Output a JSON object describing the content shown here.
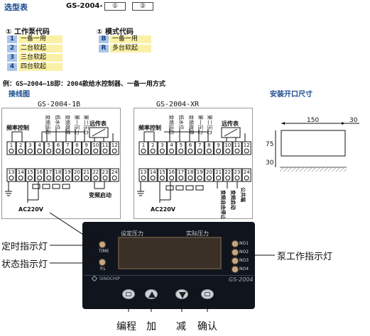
{
  "header": {
    "title": "选型表",
    "model_prefix": "GS-2004-",
    "slot1": "①",
    "slot2": "②"
  },
  "pump_code": {
    "heading": "① 工作泵代码",
    "items": [
      {
        "num": "1",
        "label": "一备一用"
      },
      {
        "num": "2",
        "label": "二台软起"
      },
      {
        "num": "3",
        "label": "三台软起"
      },
      {
        "num": "4",
        "label": "四台软起"
      }
    ]
  },
  "mode_code": {
    "heading": "① 模式代码",
    "items": [
      {
        "num": "B",
        "label": "一备一用"
      },
      {
        "num": "R",
        "label": "多台软起"
      }
    ]
  },
  "example": "例：GS—2004—1B即：2004款给水控制器、一备一用方式",
  "wiring": {
    "heading": "接线图",
    "left": {
      "title": "GS-2004-1B",
      "freq_control": "频率控制",
      "remote_gauge": "远传表",
      "top_labels": [
        "变频运行",
        "低水位",
        "变频故障",
        "第一压力",
        "第二压力"
      ],
      "terminals_top": [
        "1",
        "2",
        "3",
        "4",
        "5",
        "6",
        "7",
        "8",
        "9",
        "10",
        "11",
        "12"
      ],
      "terminals_bottom": [
        "13",
        "14",
        "15",
        "16",
        "17",
        "18",
        "19",
        "20",
        "21",
        "22",
        "23",
        "24"
      ],
      "power": "AC220V",
      "inverter_start": "变频启动"
    },
    "right": {
      "title": "GS-2004-XR",
      "freq_control": "频率控制",
      "remote_gauge": "远传表",
      "top_labels": [
        "变频运行",
        "低水位",
        "变频故障",
        "第一压力",
        "第二压力"
      ],
      "terminals_top": [
        "1",
        "2",
        "3",
        "4",
        "5",
        "6",
        "7",
        "8",
        "9",
        "10",
        "11",
        "12"
      ],
      "terminals_bottom": [
        "13",
        "14",
        "15",
        "16",
        "17",
        "18",
        "19",
        "20",
        "21",
        "22",
        "23",
        "24"
      ],
      "power": "AC220V",
      "free_stop": "变频自由停止",
      "inverter_start": "变频启动",
      "common": "公共端"
    }
  },
  "cutout": {
    "heading": "安装开口尺寸",
    "width": "150",
    "side": "30",
    "height": "75",
    "bottom": "30"
  },
  "panel": {
    "set_pressure": "设定压力",
    "actual_pressure": "实际压力",
    "model": "GS-2004",
    "brand": "SINOCHIP",
    "left_leds": [
      "TIME",
      "P.L"
    ],
    "right_leds": [
      "NO1",
      "NO2",
      "NO3",
      "NO4"
    ]
  },
  "callouts": {
    "timer_led": "定时指示灯",
    "status_led": "状态指示灯",
    "pump_led": "泵工作指示灯",
    "program": "编程",
    "add": "加",
    "subtract": "减",
    "confirm": "确认"
  },
  "colors": {
    "number_box": "#a9c4ea",
    "label_box": "#fbf1a6",
    "panel": "#10141c",
    "screen": "#3a3027",
    "title_blue": "#1a4a8c"
  }
}
